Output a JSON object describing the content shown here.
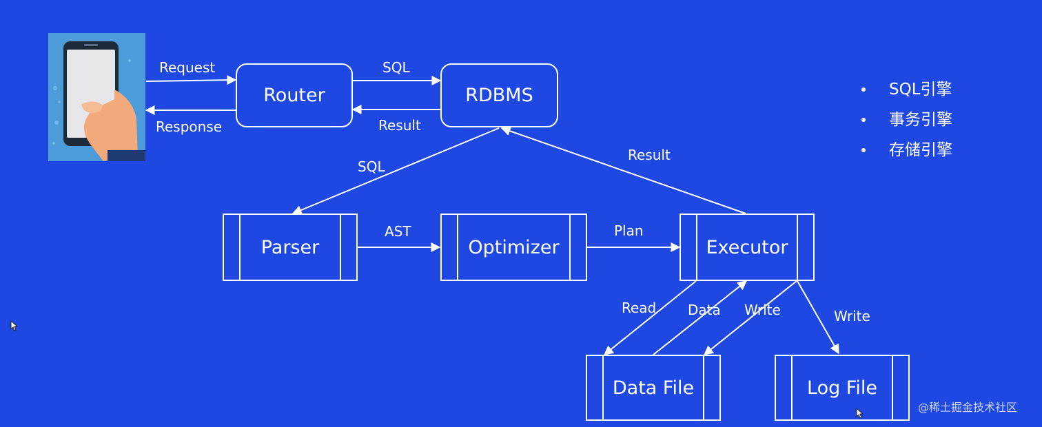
{
  "nodes": {
    "router": "Router",
    "rdbms": "RDBMS",
    "parser": "Parser",
    "optimizer": "Optimizer",
    "executor": "Executor",
    "data_file": "Data File",
    "log_file": "Log File"
  },
  "edges": {
    "request": "Request",
    "response": "Response",
    "sql_router_rdbms": "SQL",
    "result_rdbms_router": "Result",
    "sql_rdbms_parser": "SQL",
    "result_executor_rdbms": "Result",
    "ast": "AST",
    "plan": "Plan",
    "read": "Read",
    "data": "Data",
    "write_data": "Write",
    "write_log": "Write"
  },
  "engines": [
    "SQL引擎",
    "事务引擎",
    "存储引擎"
  ],
  "watermark": "@稀土掘金技术社区",
  "icons": {
    "client": "smartphone-hand-icon",
    "cursor": "mouse-cursor-icon"
  },
  "colors": {
    "background": "#1f48e2",
    "line": "#ffffff",
    "phone_bg": "#4d9bd9"
  }
}
